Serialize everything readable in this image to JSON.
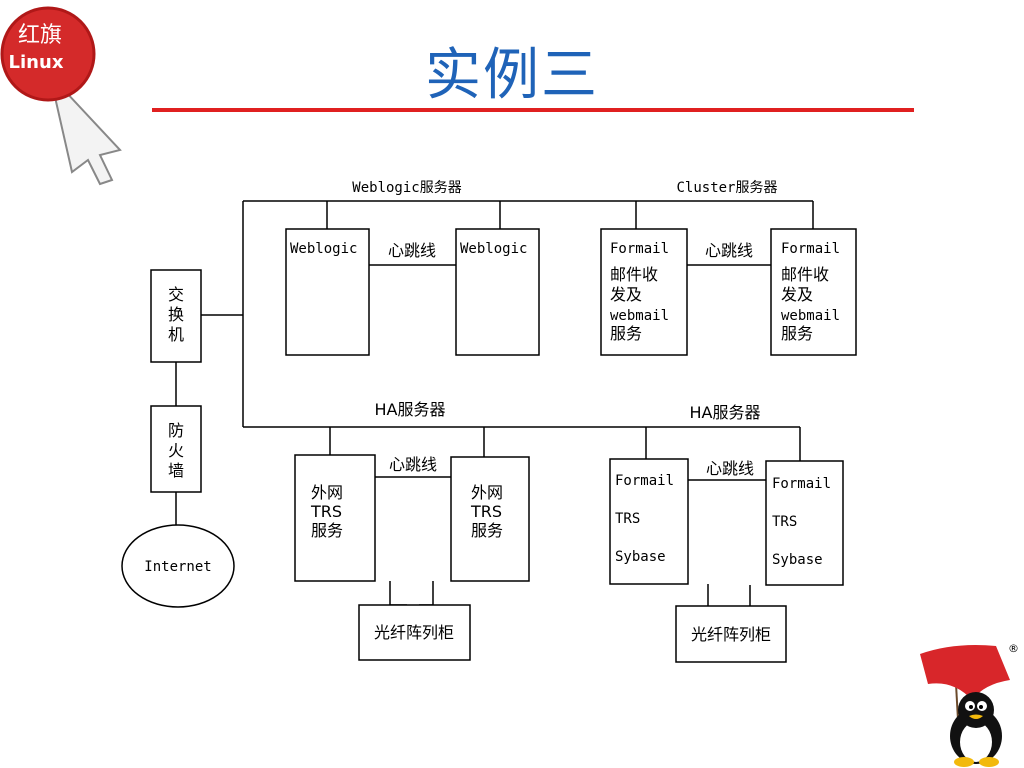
{
  "slide": {
    "title": "实例三",
    "logo_text": "红旗",
    "logo_subtext": "Linux",
    "registered_mark": "®",
    "colors": {
      "title": "#1f63b8",
      "rule": "#e02020",
      "logo_red": "#d42a2a"
    }
  },
  "diagram": {
    "switch": [
      "交",
      "换",
      "机"
    ],
    "firewall": [
      "防",
      "火",
      "墙"
    ],
    "internet": "Internet",
    "groups": {
      "weblogic": {
        "title": "Weblogic服务器",
        "heartbeat": "心跳线",
        "node1": [
          "Weblogic"
        ],
        "node2": [
          "Weblogic"
        ]
      },
      "cluster": {
        "title": "Cluster服务器",
        "heartbeat": "心跳线",
        "node1": [
          "Formail",
          "邮件收",
          "发及",
          "webmail",
          "服务"
        ],
        "node2": [
          "Formail",
          "邮件收",
          "发及",
          "webmail",
          "服务"
        ]
      },
      "ha1": {
        "title": "HA服务器",
        "heartbeat": "心跳线",
        "node1": [
          "外网",
          "TRS",
          "服务"
        ],
        "node2": [
          "外网",
          "TRS",
          "服务"
        ],
        "storage": "光纤阵列柜"
      },
      "ha2": {
        "title": "HA服务器",
        "heartbeat": "心跳线",
        "node1": [
          "Formail",
          "TRS",
          "Sybase"
        ],
        "node2": [
          "Formail",
          "TRS",
          "Sybase"
        ],
        "storage": "光纤阵列柜"
      }
    }
  }
}
